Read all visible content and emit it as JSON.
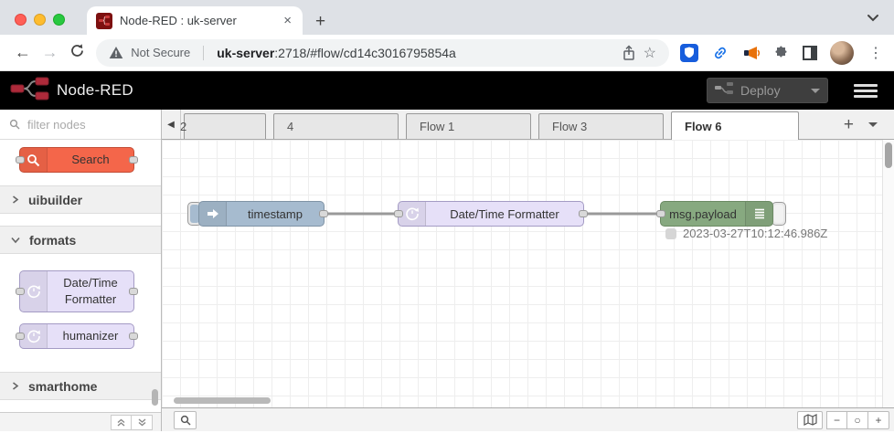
{
  "browser": {
    "tab_title": "Node-RED : uk-server",
    "security_label": "Not Secure",
    "url_host": "uk-server",
    "url_path": ":2718/#flow/cd14c3016795854a"
  },
  "header": {
    "app_title": "Node-RED",
    "deploy_label": "Deploy"
  },
  "palette": {
    "filter_placeholder": "filter nodes",
    "search_node_label": "Search",
    "categories": [
      {
        "label": "uibuilder",
        "expanded": false
      },
      {
        "label": "formats",
        "expanded": true
      },
      {
        "label": "smarthome",
        "expanded": false
      }
    ],
    "format_nodes": [
      {
        "label": "Date/Time Formatter"
      },
      {
        "label": "humanizer"
      }
    ]
  },
  "workspace": {
    "tabs": [
      {
        "label": "2"
      },
      {
        "label": "4"
      },
      {
        "label": "Flow 1"
      },
      {
        "label": "Flow 3"
      },
      {
        "label": "Flow 6"
      }
    ],
    "active_tab": "Flow 6"
  },
  "flow": {
    "inject_label": "timestamp",
    "formatter_label": "Date/Time Formatter",
    "debug_label": "msg.payload",
    "debug_message": "2023-03-27T10:12:46.986Z"
  },
  "glyphs": {
    "close": "×",
    "plus": "+",
    "minus": "−",
    "circle": "○",
    "menu_dots": "⋮",
    "back": "←",
    "forward": "→",
    "star": "☆",
    "tab_scroll_left": "◀"
  },
  "colors": {
    "inject_node": "#a6bbcf",
    "formatter_node": "#e6e0f8",
    "debug_node": "#87a980",
    "search_node": "#f4664a",
    "header_bg": "#000000",
    "bitwarden_blue": "#175ddc",
    "link_blue": "#1a73e8",
    "megaphone_orange": "#e8710a"
  }
}
